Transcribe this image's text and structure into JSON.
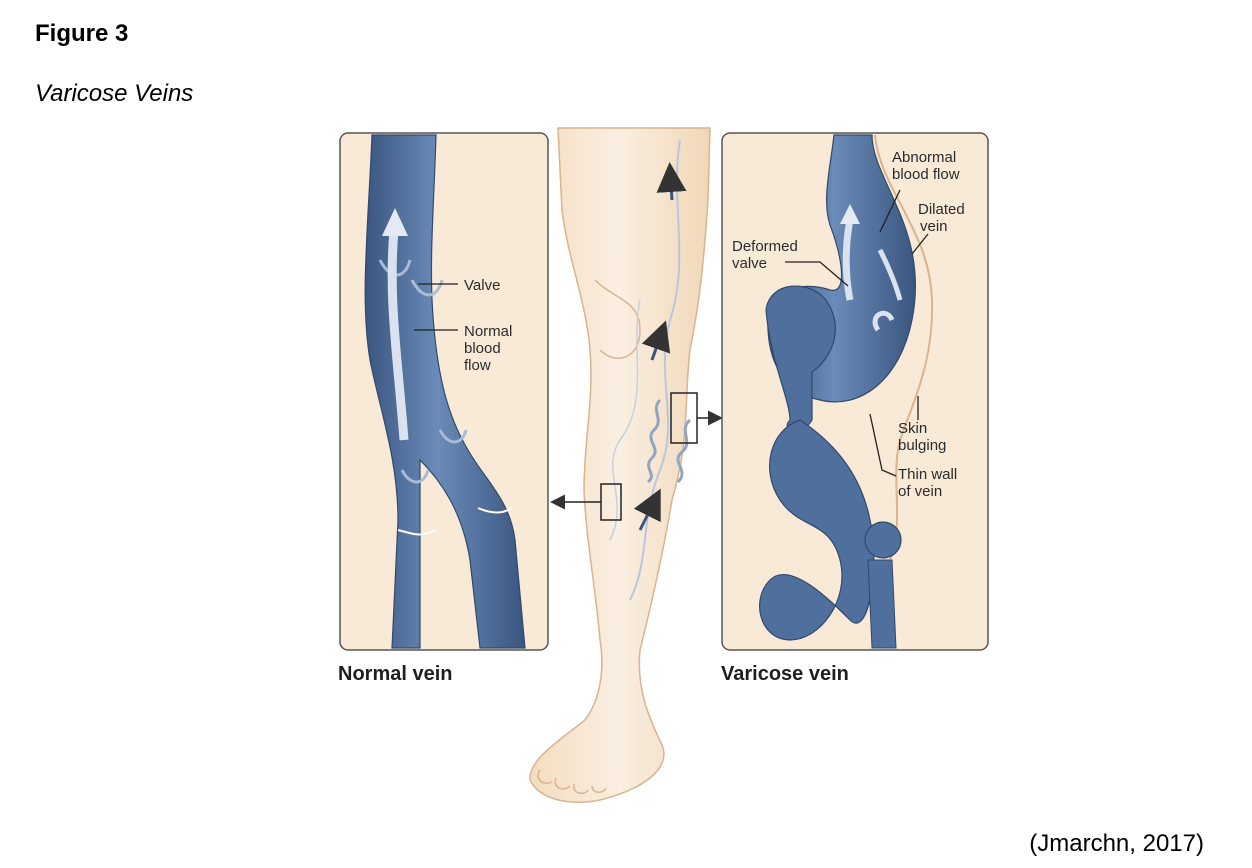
{
  "figure": {
    "label": "Figure 3",
    "title": "Varicose Veins",
    "citation": "(Jmarchn, 2017)"
  },
  "illustration": {
    "normal_panel": {
      "caption": "Normal vein",
      "labels": {
        "valve": "Valve",
        "flow_line1": "Normal",
        "flow_line2": "blood",
        "flow_line3": "flow"
      }
    },
    "varicose_panel": {
      "caption": "Varicose vein",
      "labels": {
        "abnormal_line1": "Abnormal",
        "abnormal_line2": "blood flow",
        "dilated_line1": "Dilated",
        "dilated_line2": "vein",
        "deformed_line1": "Deformed",
        "deformed_line2": "valve",
        "skin_line1": "Skin",
        "skin_line2": "bulging",
        "thin_line1": "Thin wall",
        "thin_line2": "of vein"
      }
    },
    "colors": {
      "vein_fill": "#4f6f9c",
      "vein_dark": "#3a5680",
      "vein_light": "#a9bcd6",
      "skin": "#f8ead7",
      "skin_outline": "#d9b48f",
      "panel_border": "#555555"
    }
  }
}
